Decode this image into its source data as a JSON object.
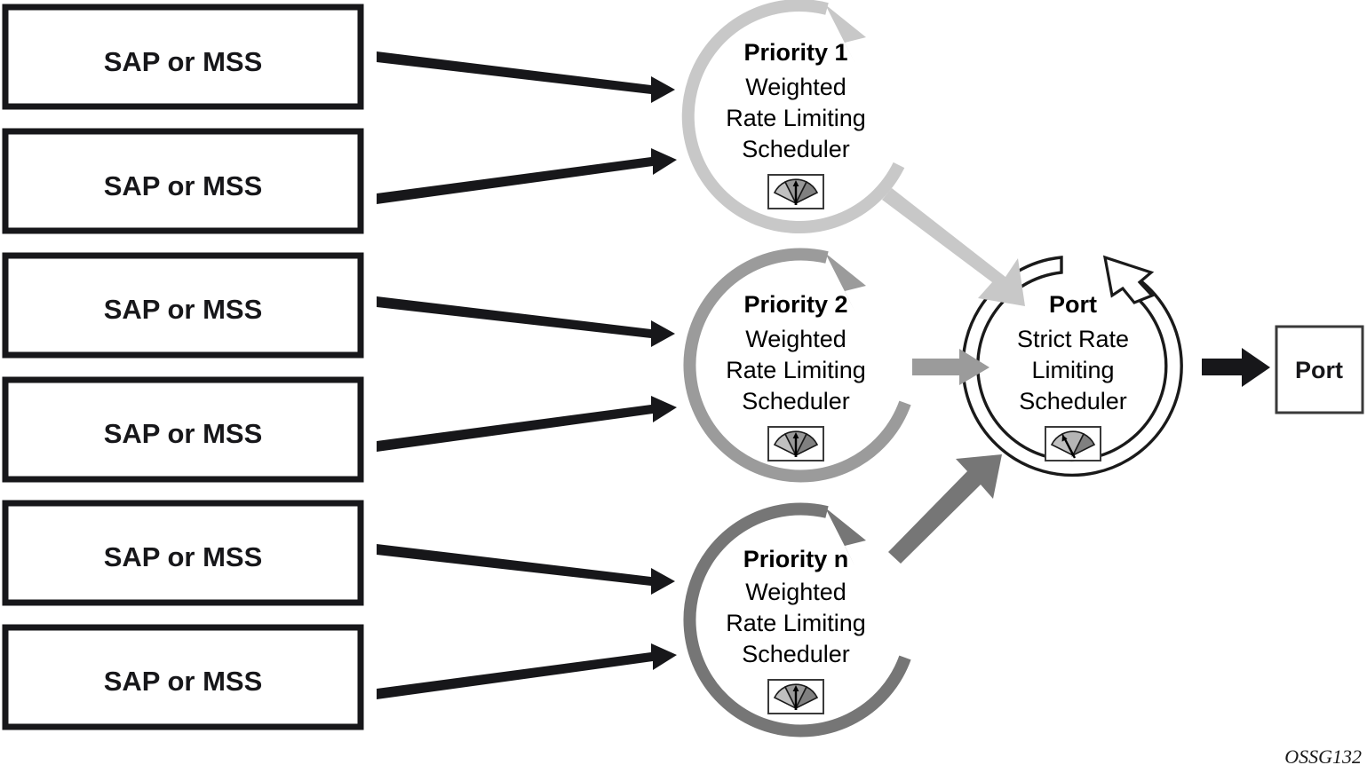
{
  "figure": {
    "caption": "OSSG132",
    "background_color": "#ffffff"
  },
  "colors": {
    "black": "#17171a",
    "priority1_stroke": "#c8c8c8",
    "priority2_stroke": "#9b9b9b",
    "priorityn_stroke": "#767676",
    "port_stroke": "#1a1a1a",
    "gauge_light": "#c0c0c0",
    "gauge_medium": "#999999",
    "gauge_dark": "#808080",
    "gauge_border": "#3a3a3a"
  },
  "sources": [
    {
      "id": "sap-1",
      "label": "SAP or MSS",
      "target": "priority-1"
    },
    {
      "id": "sap-2",
      "label": "SAP or MSS",
      "target": "priority-1"
    },
    {
      "id": "sap-3",
      "label": "SAP or MSS",
      "target": "priority-2"
    },
    {
      "id": "sap-4",
      "label": "SAP or MSS",
      "target": "priority-2"
    },
    {
      "id": "sap-5",
      "label": "SAP or MSS",
      "target": "priority-n"
    },
    {
      "id": "sap-6",
      "label": "SAP or MSS",
      "target": "priority-n"
    }
  ],
  "schedulers": [
    {
      "id": "priority-1",
      "title": "Priority 1",
      "lines": [
        "Weighted",
        "Rate Limiting",
        "Scheduler"
      ],
      "icon": "gauge-icon",
      "stroke_color": "#c8c8c8"
    },
    {
      "id": "priority-2",
      "title": "Priority 2",
      "lines": [
        "Weighted",
        "Rate Limiting",
        "Scheduler"
      ],
      "icon": "gauge-icon",
      "stroke_color": "#9b9b9b"
    },
    {
      "id": "priority-n",
      "title": "Priority n",
      "lines": [
        "Weighted",
        "Rate Limiting",
        "Scheduler"
      ],
      "icon": "gauge-icon",
      "stroke_color": "#767676"
    }
  ],
  "port_scheduler": {
    "id": "port-scheduler",
    "title": "Port",
    "lines": [
      "Strict Rate",
      "Limiting",
      "Scheduler"
    ],
    "icon": "gauge-icon",
    "stroke_color": "#1a1a1a"
  },
  "port_output": {
    "id": "port-output",
    "label": "Port"
  },
  "flows": [
    {
      "from": "priority-1",
      "to": "port-scheduler",
      "color": "#c8c8c8"
    },
    {
      "from": "priority-2",
      "to": "port-scheduler",
      "color": "#9b9b9b"
    },
    {
      "from": "priority-n",
      "to": "port-scheduler",
      "color": "#767676"
    },
    {
      "from": "port-scheduler",
      "to": "port-output",
      "color": "#17171a"
    }
  ]
}
